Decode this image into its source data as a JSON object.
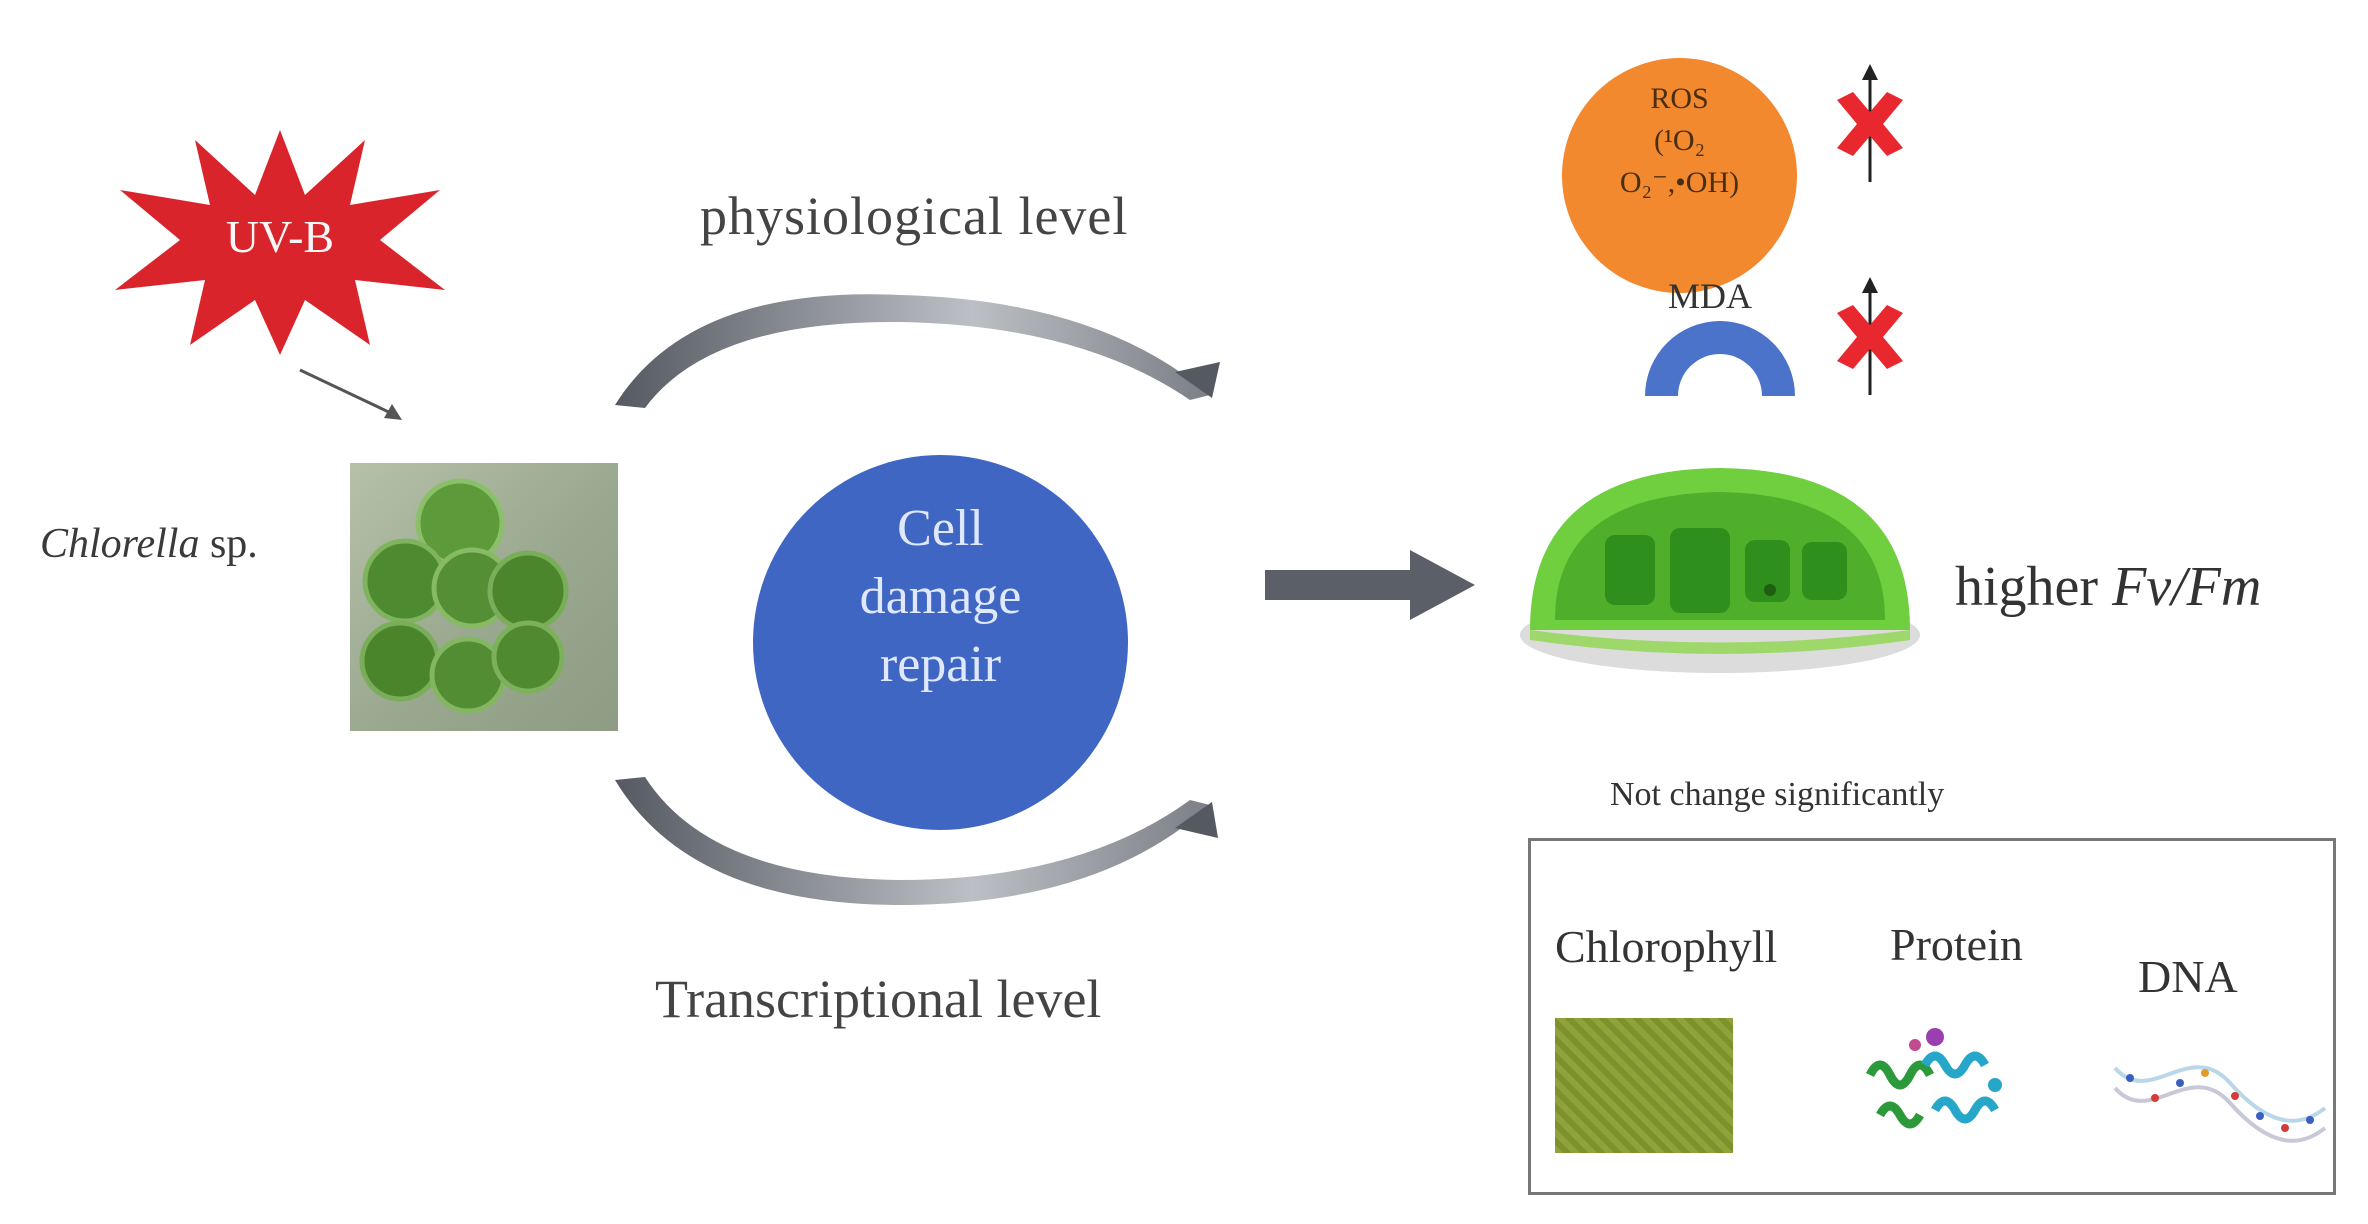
{
  "stress": {
    "label": "UV-B"
  },
  "organism": {
    "name": "Chlorella",
    "suffix": " sp."
  },
  "pathways": {
    "top_label": "physiological  level",
    "bottom_label": "Transcriptional level"
  },
  "center": {
    "line1": "Cell",
    "line2": "damage",
    "line3": "repair"
  },
  "outcomes": {
    "ros_line1": "ROS",
    "ros_line2": "(¹O₂",
    "ros_line3": "O₂⁻,•OH)",
    "mda": "MDA",
    "fvfm_prefix": "higher ",
    "fvfm_value": "Fv/Fm"
  },
  "unchanged": {
    "title": "Not change significantly",
    "items": [
      "Chlorophyll",
      "Protein",
      "DNA"
    ]
  },
  "colors": {
    "uvb_star": "#d9242b",
    "center_circle": "#3f66c2",
    "ros_circle": "#f2892f",
    "mda_arc": "#4a73c9",
    "cross": "#e8282e",
    "arrow": "#5a5f68",
    "chloroplast": "#5cbf36"
  }
}
